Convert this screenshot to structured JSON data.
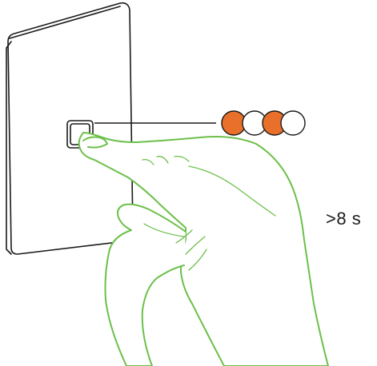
{
  "instruction": {
    "hold_duration_label": ">8 s"
  },
  "led_indicator": {
    "sequence": [
      "orange",
      "white",
      "orange",
      "white"
    ],
    "colors": {
      "orange": "#e8702a",
      "white": "#ffffff"
    }
  },
  "colors": {
    "outline": "#1a1a1a",
    "hand_stroke": "#6cc04a",
    "background": "#ffffff"
  }
}
